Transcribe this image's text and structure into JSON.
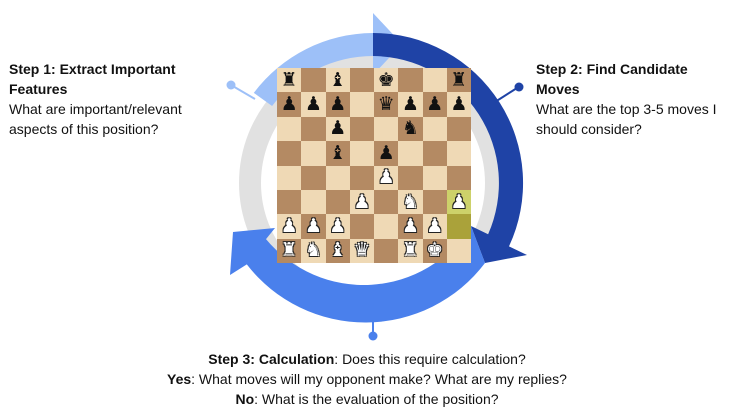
{
  "step1": {
    "title": "Step 1: Extract Important Features",
    "description": "What are important/relevant aspects of this position?"
  },
  "step2": {
    "title": "Step 2: Find Candidate Moves",
    "description": "What are the top 3-5 moves I should consider?"
  },
  "step3": {
    "title": "Step 3: Calculation",
    "description": ": Does this require calculation?",
    "yes_label": "Yes",
    "yes_text": ": What moves will my opponent make? What are my replies?",
    "no_label": "No",
    "no_text": ": What is the evaluation of the position?"
  },
  "colors": {
    "arc_light": "#9dc0f8",
    "arc_dark": "#1f43a6",
    "arc_mid": "#4a80ec",
    "ring_bg": "#e1e1e1",
    "board_light": "#efd9b5",
    "board_dark": "#b48a63"
  },
  "board": {
    "ranks": [
      [
        "r",
        "",
        "b",
        "",
        "k",
        "",
        "",
        "r"
      ],
      [
        "p",
        "p",
        "p",
        "",
        "q",
        "p",
        "p",
        "p"
      ],
      [
        "",
        "",
        "p",
        "",
        "",
        "n",
        "",
        ""
      ],
      [
        "",
        "",
        "b",
        "",
        "p",
        "",
        "",
        ""
      ],
      [
        "",
        "",
        "",
        "",
        "P",
        "",
        "",
        ""
      ],
      [
        "",
        "",
        "",
        "P",
        "",
        "N",
        "",
        "P"
      ],
      [
        "P",
        "P",
        "P",
        "",
        "",
        "P",
        "P",
        ""
      ],
      [
        "R",
        "N",
        "B",
        "Q",
        "",
        "R",
        "K",
        ""
      ]
    ],
    "highlighted": [
      "h3",
      "h2"
    ]
  }
}
